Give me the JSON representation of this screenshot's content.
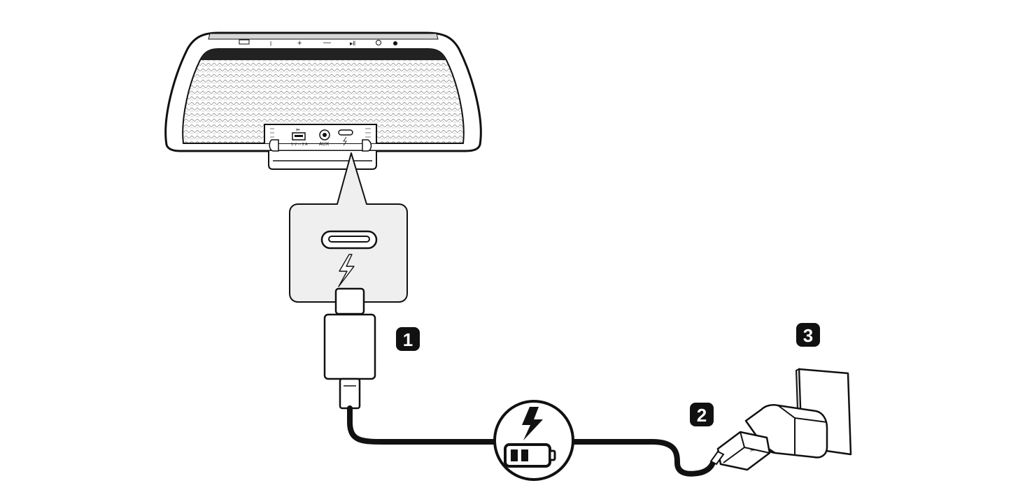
{
  "diagram": {
    "speaker": {
      "top_buttons": [
        "",
        "",
        "+",
        "—",
        "",
        "",
        ""
      ],
      "ports": {
        "usb_rating": "5 V ⎓ 2 A",
        "aux_label": "AUX"
      }
    },
    "steps": [
      {
        "number": "1"
      },
      {
        "number": "2"
      },
      {
        "number": "3"
      }
    ],
    "icons": {
      "zoom_port": "usb-c-port-icon",
      "zoom_symbol": "lightning-icon",
      "charging_badge": "charging-battery-icon",
      "charger": "usb-wall-adapter-icon",
      "outlet": "wall-outlet-icon"
    },
    "colors": {
      "line": "#111111",
      "callout_fill": "#efefef",
      "step_badge": "#111111"
    }
  }
}
